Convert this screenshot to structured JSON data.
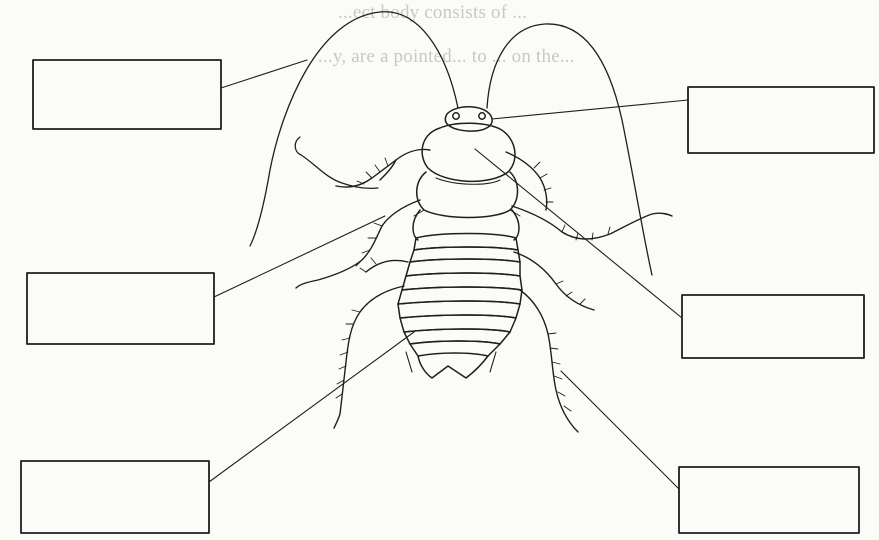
{
  "diagram": {
    "label_boxes": [
      {
        "id": "box-antenna",
        "text": ""
      },
      {
        "id": "box-head",
        "text": ""
      },
      {
        "id": "box-leg",
        "text": ""
      },
      {
        "id": "box-thorax",
        "text": ""
      },
      {
        "id": "box-abdomen",
        "text": ""
      },
      {
        "id": "box-hind-leg",
        "text": ""
      }
    ],
    "faint_bleed_through": [
      "...ect body consists of ...",
      "...y, are a pointed... to ... on the..."
    ],
    "colors": {
      "paper": "#fbfbf8",
      "ink": "#1f1f1f",
      "faint": "#c9c9c2"
    }
  }
}
